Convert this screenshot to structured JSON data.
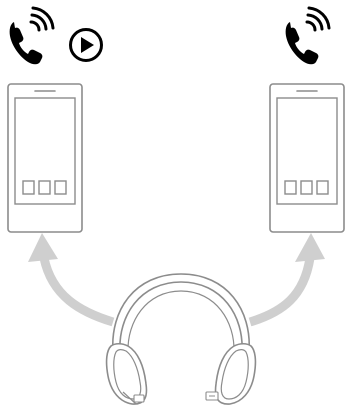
{
  "diagram": {
    "description_free": true,
    "colors": {
      "outline": "#8c8c8c",
      "arrow": "#cfcfcf",
      "icon": "#000000",
      "background": "#ffffff"
    },
    "icons": {
      "left_phone_top": [
        "incoming-call-icon",
        "play-icon"
      ],
      "right_phone_top": [
        "incoming-call-icon"
      ],
      "center": "headphones-icon"
    },
    "phones": [
      {
        "id": "left",
        "app_squares": 3
      },
      {
        "id": "right",
        "app_squares": 3
      }
    ]
  }
}
